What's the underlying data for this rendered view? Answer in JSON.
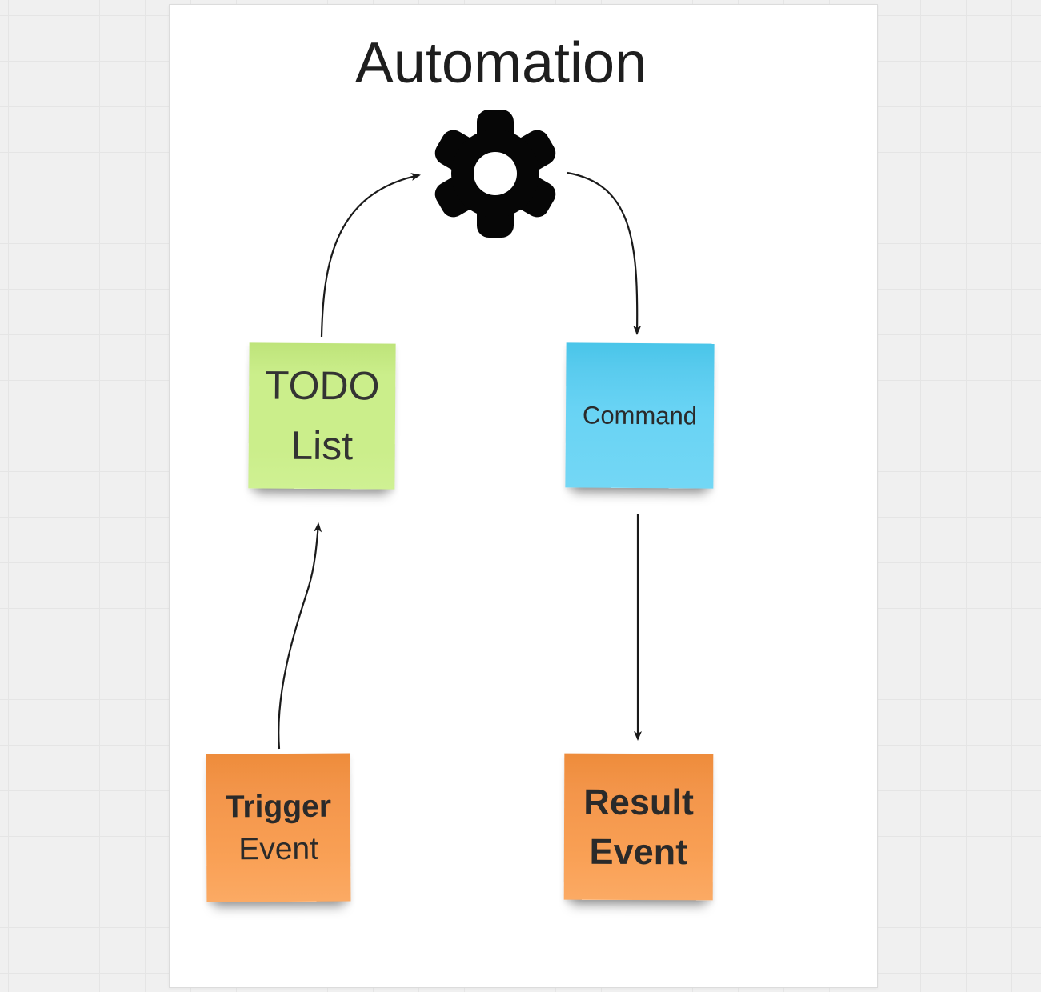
{
  "board": {
    "title": "Automation",
    "colors": {
      "background": "#f0f0f0",
      "grid_line": "#e5e5e5",
      "frame": "#ffffff",
      "frame_border": "#dcdcdc",
      "note_green_top": "#bee47a",
      "note_green": "#cbee8b",
      "note_blue_top": "#49c5e9",
      "note_blue": "#68d3f4",
      "note_orange_top": "#ee8c3b",
      "note_orange": "#f9a055",
      "note_text": "#2a2a2a",
      "title_text": "#1e1e1e",
      "arrow": "#1a1a1a",
      "gear": "#060606"
    },
    "icons": {
      "gear": "gear-icon"
    },
    "notes": {
      "todo": {
        "line1": "TODO",
        "line2": "List",
        "color": "#cbee8b"
      },
      "command": {
        "line1": "Command",
        "color": "#68d3f4"
      },
      "trigger": {
        "line1": "Trigger",
        "line2": "Event",
        "color": "#f9a055"
      },
      "result": {
        "line1": "Result",
        "line2": "Event",
        "color": "#f9a055"
      }
    },
    "connectors": [
      {
        "from": "trigger",
        "to": "todo"
      },
      {
        "from": "todo",
        "to": "gear"
      },
      {
        "from": "gear",
        "to": "command"
      },
      {
        "from": "command",
        "to": "result"
      }
    ]
  }
}
